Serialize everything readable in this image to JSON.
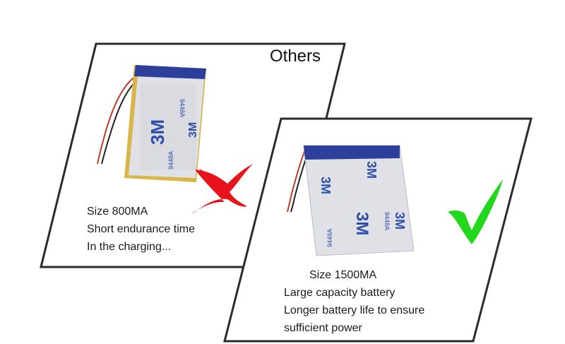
{
  "panels": {
    "others": {
      "heading": "Others",
      "lines": [
        "Size 800MA",
        "Short endurance time",
        "In the charging..."
      ],
      "battery_brand": "3M",
      "battery_code": "9448A"
    },
    "ours": {
      "lines": [
        "Size 1500MA",
        "Large capacity battery",
        "Longer battery life to ensure",
        "sufficient power"
      ],
      "battery_brand": "3M",
      "battery_code": "9448A"
    }
  },
  "colors": {
    "frame": "#2b2b2b",
    "cross": "#e8141b",
    "check": "#22d81c",
    "battery_body": "#dfe1e6",
    "battery_tab": "#2c3f9a",
    "battery_gold": "#d9b64a",
    "logo_blue": "#2f4ea8"
  },
  "icons": {
    "bad": "cross-mark-icon",
    "good": "check-mark-icon"
  }
}
